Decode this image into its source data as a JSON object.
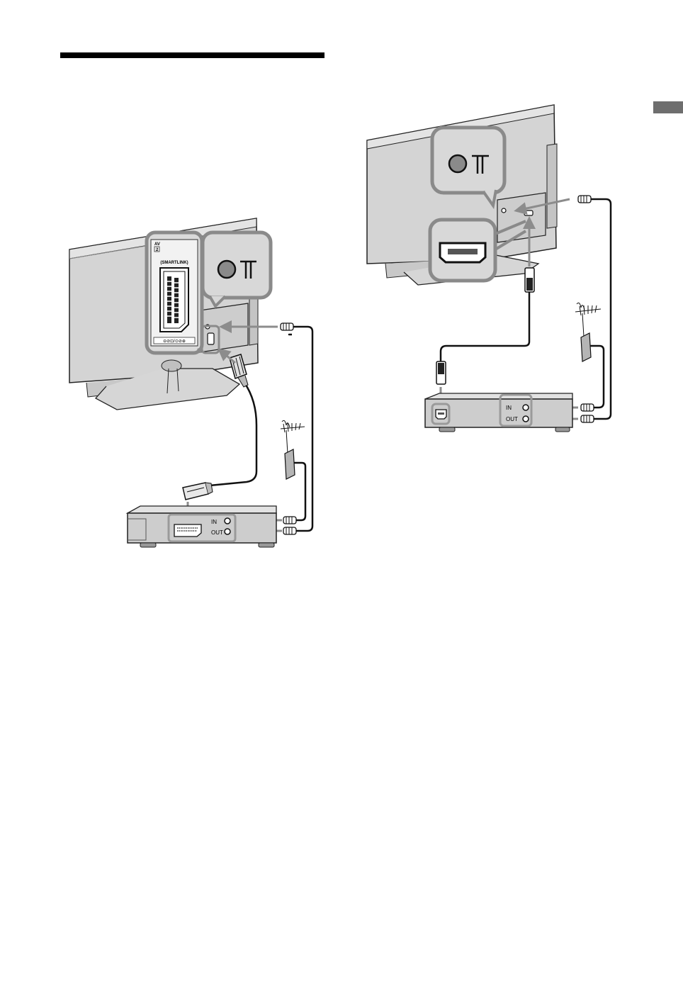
{
  "colors": {
    "device_fill": "#cfcfcf",
    "device_dark": "#b5b5b5",
    "outline": "#222222",
    "callout_fill": "#d8d8d8",
    "arrow": "#8c8c8c",
    "section_tab": "#6e6e6e"
  },
  "left": {
    "panel": {
      "av_label": "AV",
      "av_number": "2",
      "smartlink_label": "(SMARTLINK)",
      "footer_icons": "⊖⊘⊡/⊙⊘⊕"
    },
    "vcr": {
      "in_label": "IN",
      "out_label": "OUT"
    },
    "icons": [
      "aerial-socket-icon",
      "antenna-icon",
      "scart-port-icon"
    ]
  },
  "right": {
    "vcr": {
      "in_label": "IN",
      "out_label": "OUT"
    },
    "icons": [
      "aerial-socket-icon",
      "antenna-icon",
      "hdmi-port-icon"
    ]
  }
}
